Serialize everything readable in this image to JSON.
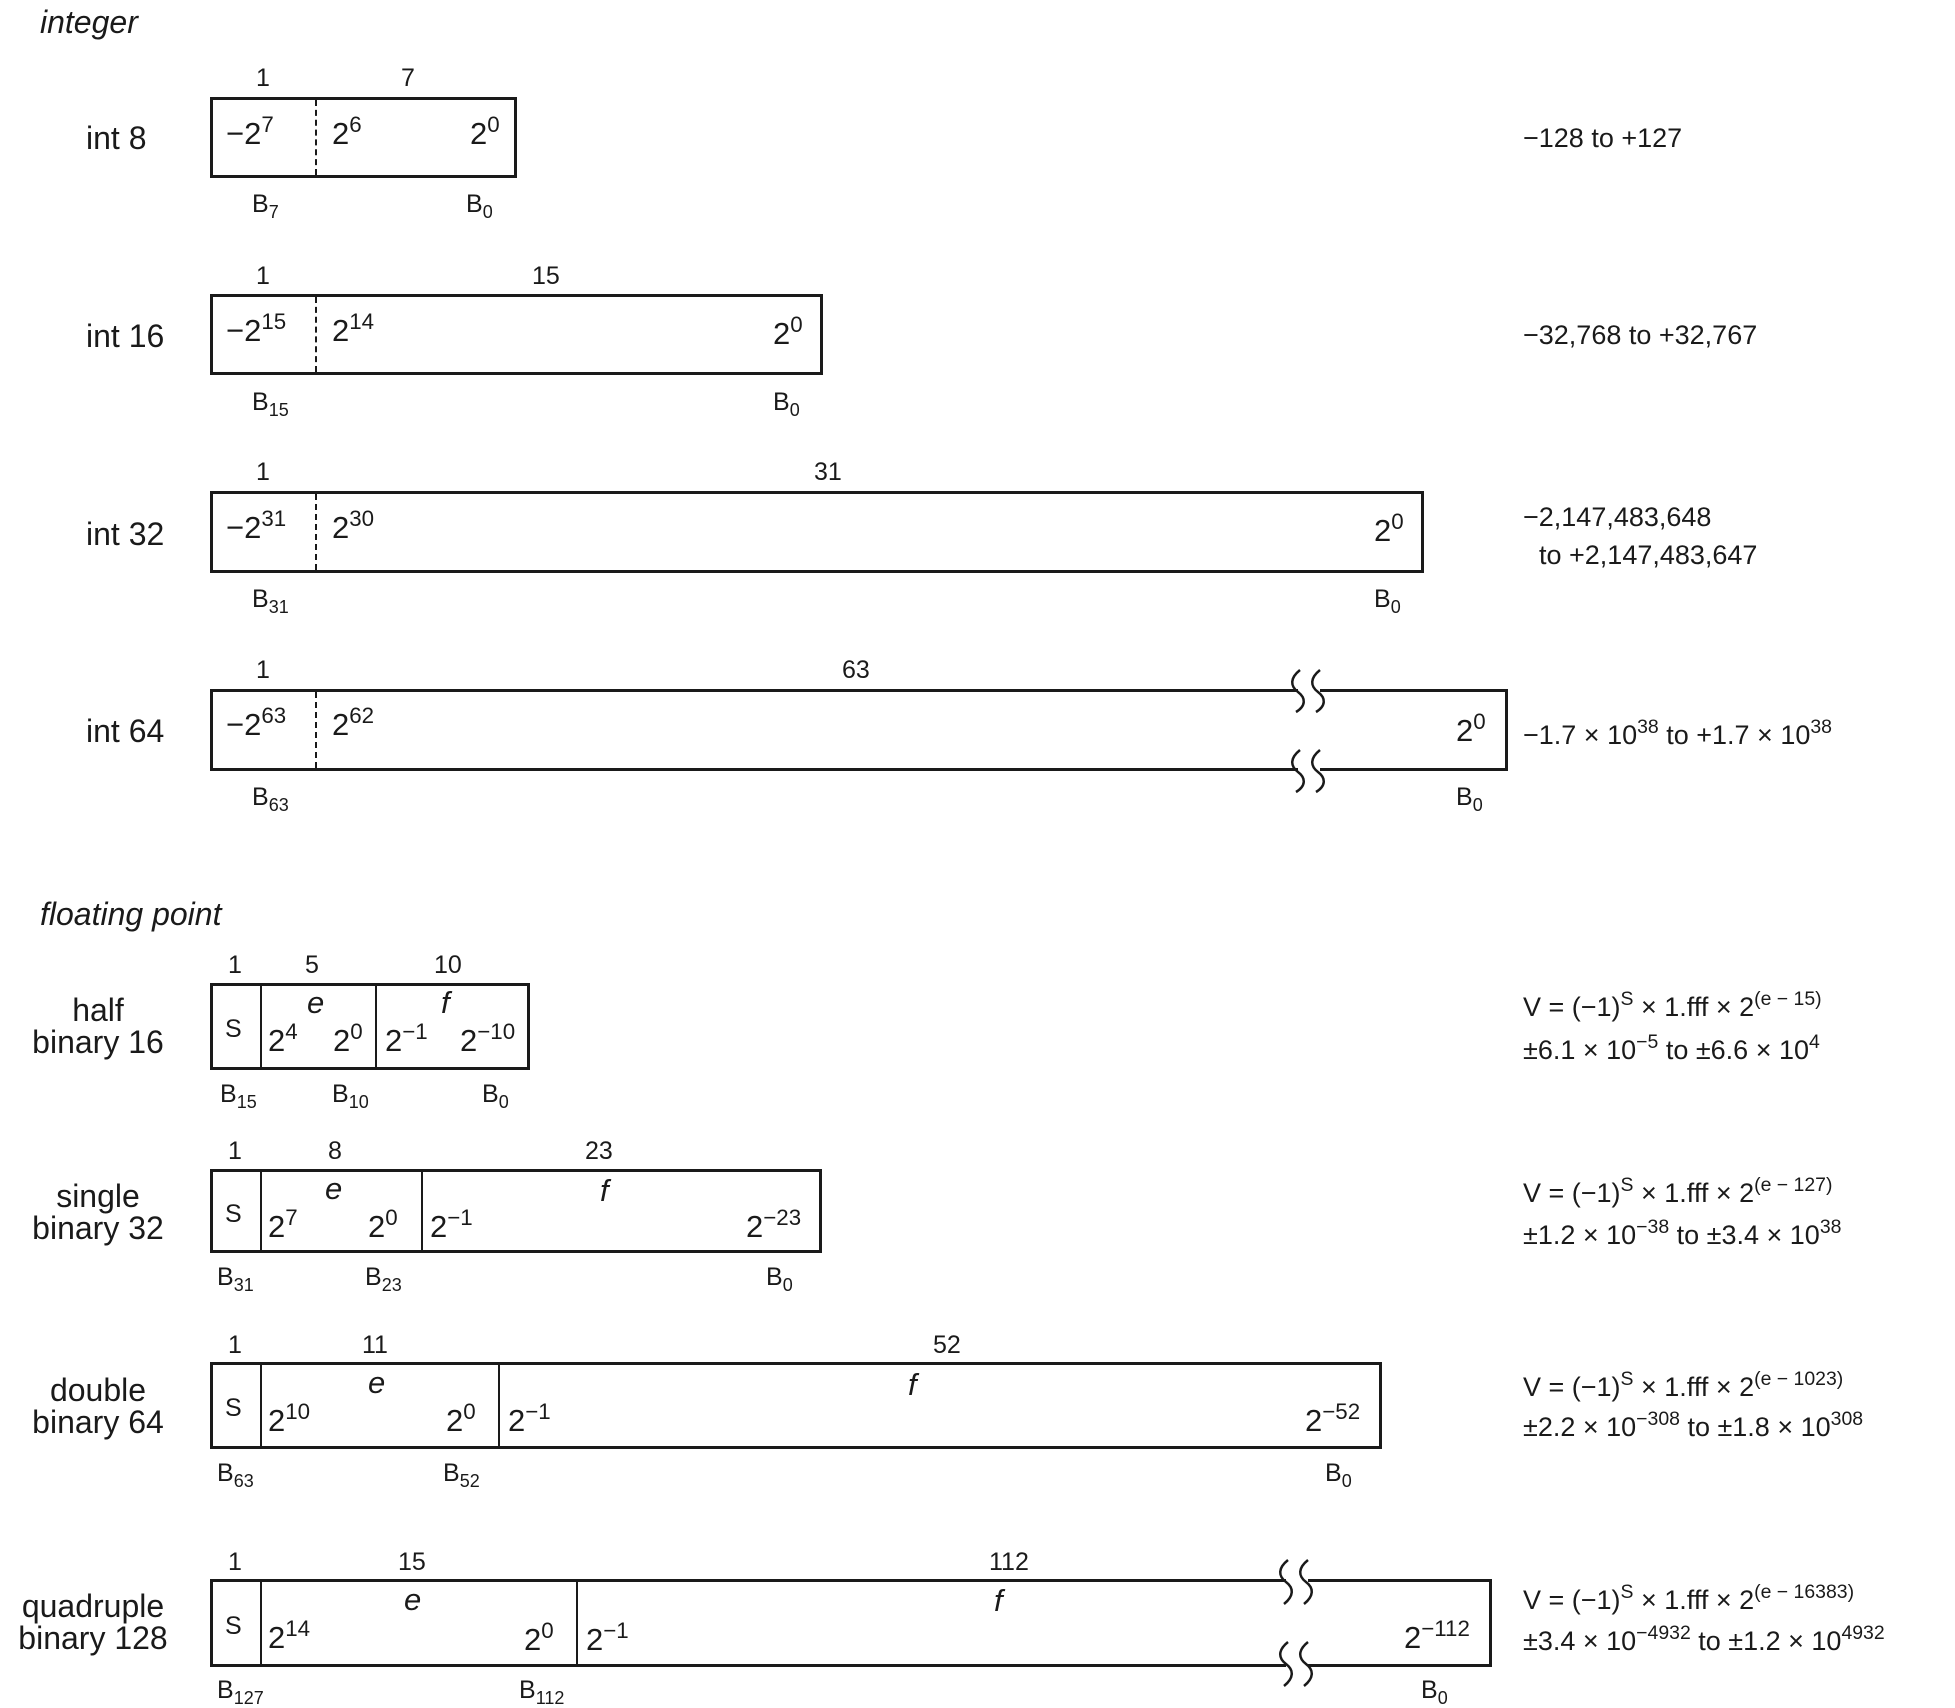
{
  "headings": {
    "integer": "integer",
    "floating": "floating point"
  },
  "int": [
    {
      "name": "int 8",
      "n1": "1",
      "n2": "7",
      "msb": "7",
      "next": "6",
      "lsb": "0",
      "bhi": "7",
      "blo": "0",
      "range1": "−128  to +127",
      "range2": ""
    },
    {
      "name": "int 16",
      "n1": "1",
      "n2": "15",
      "msb": "15",
      "next": "14",
      "lsb": "0",
      "bhi": "15",
      "blo": "0",
      "range1": "−32,768  to +32,767",
      "range2": ""
    },
    {
      "name": "int 32",
      "n1": "1",
      "n2": "31",
      "msb": "31",
      "next": "30",
      "lsb": "0",
      "bhi": "31",
      "blo": "0",
      "range1": "−2,147,483,648",
      "range2": "to +2,147,483,647"
    },
    {
      "name": "int 64",
      "n1": "1",
      "n2": "63",
      "msb": "63",
      "next": "62",
      "lsb": "0",
      "bhi": "63",
      "blo": "0",
      "range_a": "−1.7 × 10",
      "range_b": "38",
      "range_c": " to +1.7 × 10",
      "range_d": "38"
    }
  ],
  "fp": [
    {
      "name1": "half",
      "name2": "binary 16",
      "n1": "1",
      "n2": "5",
      "n3": "10",
      "sign": "S",
      "e": "e",
      "f": "f",
      "emax": "4",
      "emin": "0",
      "fmax": "−1",
      "fmin": "−10",
      "bs": "15",
      "be": "10",
      "bf": "0",
      "v_exp": "(e − 15)",
      "r_a": "±6.1 × 10",
      "r_b": "−5",
      "r_c": "  to  ±6.6 × 10",
      "r_d": "4"
    },
    {
      "name1": "single",
      "name2": "binary 32",
      "n1": "1",
      "n2": "8",
      "n3": "23",
      "sign": "S",
      "e": "e",
      "f": "f",
      "emax": "7",
      "emin": "0",
      "fmax": "−1",
      "fmin": "−23",
      "bs": "31",
      "be": "23",
      "bf": "0",
      "v_exp": "(e − 127)",
      "r_a": "±1.2 × 10",
      "r_b": "−38",
      "r_c": "  to  ±3.4 × 10",
      "r_d": "38"
    },
    {
      "name1": "double",
      "name2": "binary 64",
      "n1": "1",
      "n2": "11",
      "n3": "52",
      "sign": "S",
      "e": "e",
      "f": "f",
      "emax": "10",
      "emin": "0",
      "fmax": "−1",
      "fmin": "−52",
      "bs": "63",
      "be": "52",
      "bf": "0",
      "v_exp": "(e − 1023)",
      "r_a": "±2.2 × 10",
      "r_b": "−308",
      "r_c": "  to  ±1.8 × 10",
      "r_d": "308"
    },
    {
      "name1": "quadruple",
      "name2": "binary 128",
      "n1": "1",
      "n2": "15",
      "n3": "112",
      "sign": "S",
      "e": "e",
      "f": "f",
      "emax": "14",
      "emin": "0",
      "fmax": "−1",
      "fmin": "−112",
      "bs": "127",
      "be": "112",
      "bf": "0",
      "v_exp": "(e − 16383)",
      "r_a": "±3.4 × 10",
      "r_b": "−4932",
      "r_c": "  to  ±1.2 × 10",
      "r_d": "4932"
    }
  ],
  "common": {
    "two": "2",
    "neg_two": "−2",
    "B": "B",
    "v_prefix": "V = (−1)",
    "v_s": "S",
    "v_mid": " × 1.fff × 2"
  }
}
